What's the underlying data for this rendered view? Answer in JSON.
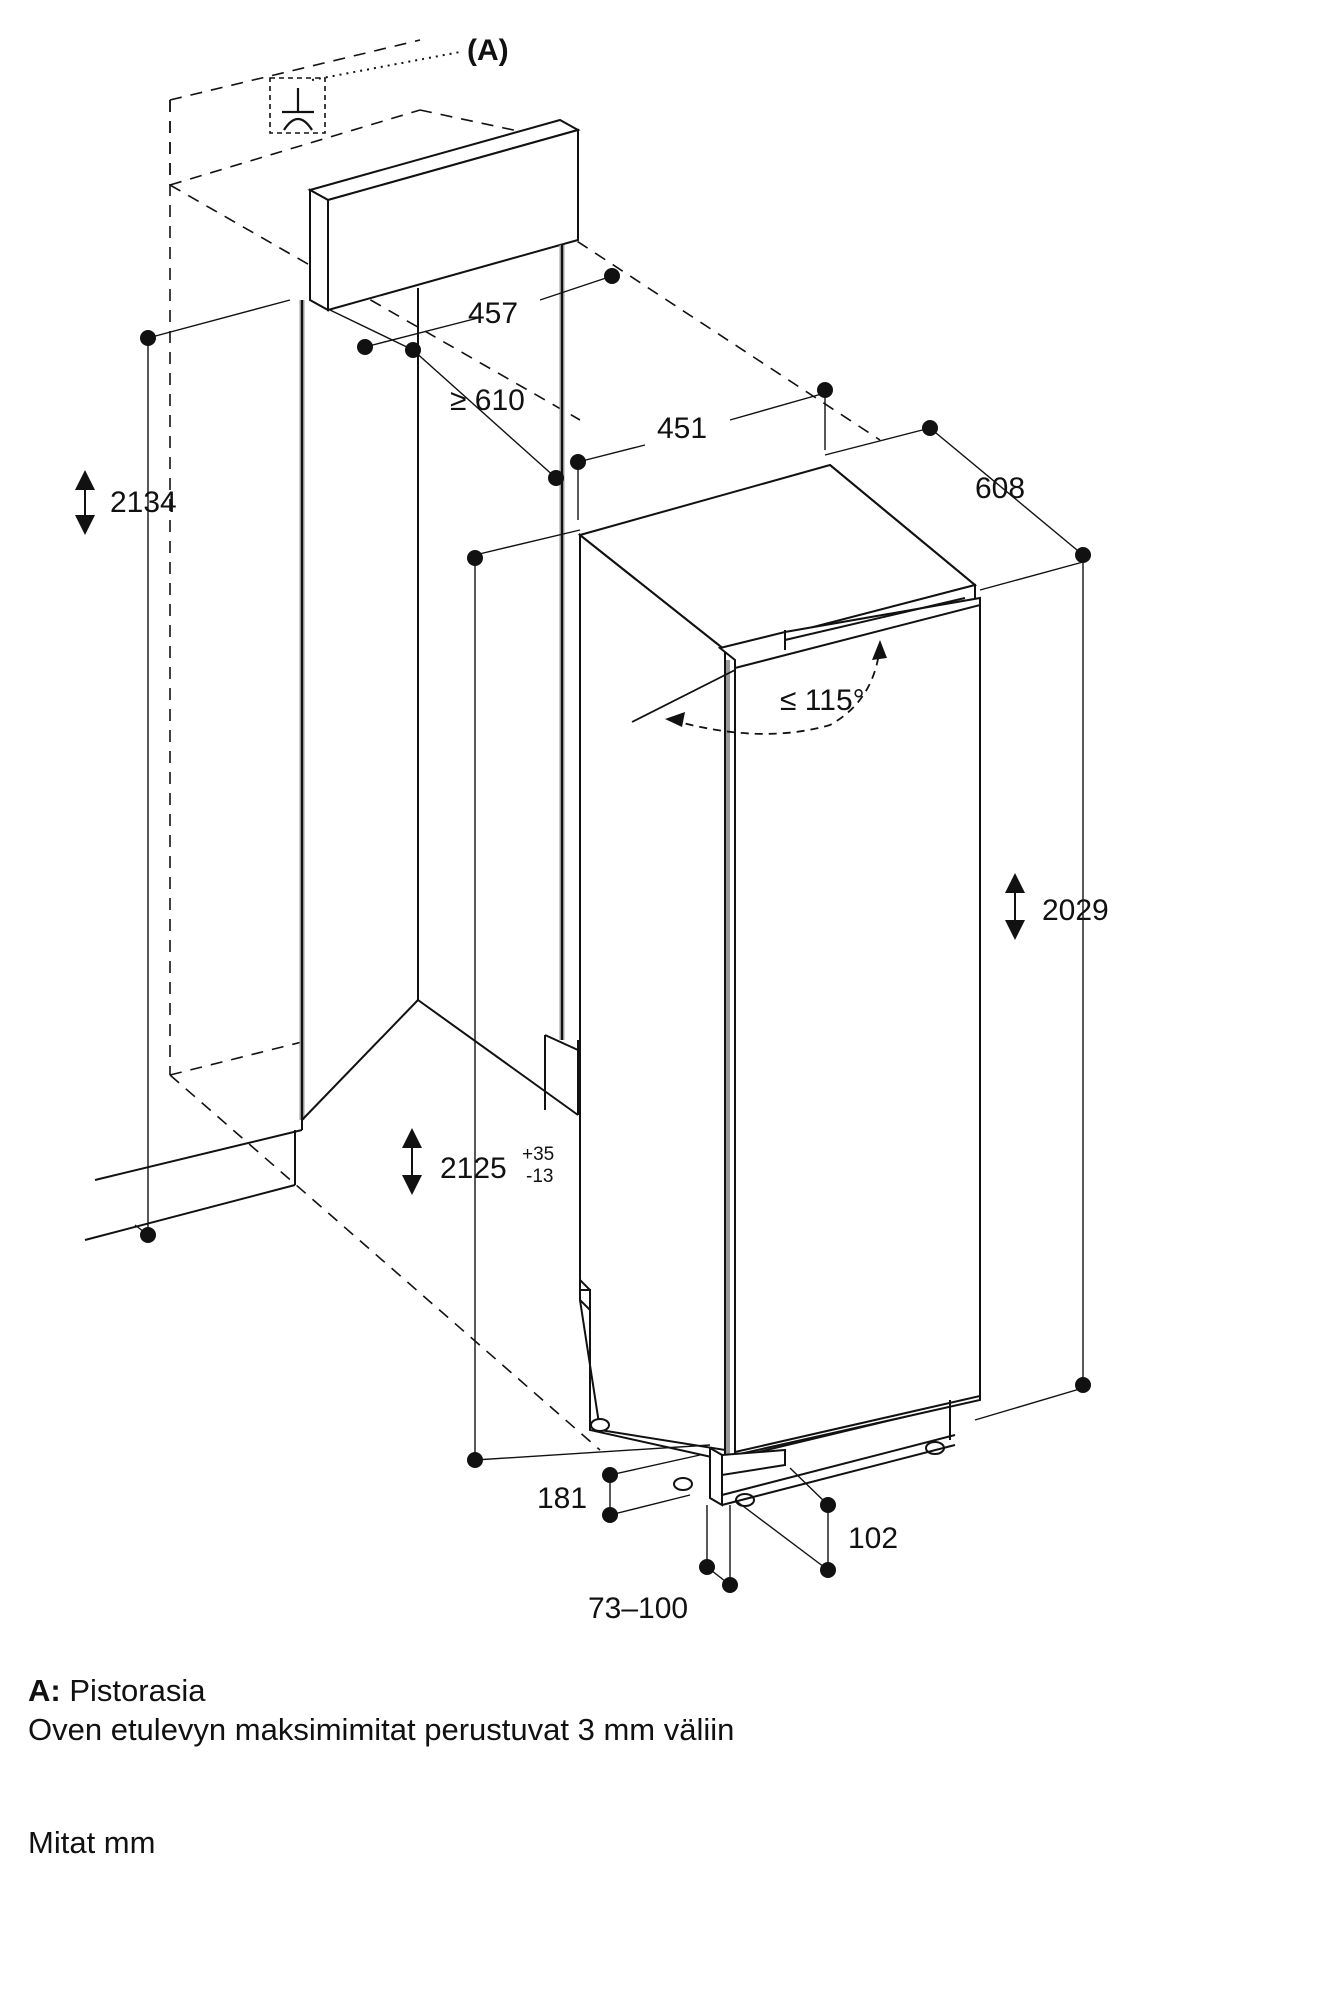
{
  "labels": {
    "callout_a": "(A)",
    "cabinet_depth": "457",
    "min_depth": "≥ 610",
    "niche_height": "2134",
    "appliance_depth": "451",
    "appliance_width": "608",
    "door_angle": "≤ 115°",
    "appliance_height": "2029",
    "install_height": "2125",
    "install_tol_plus": "+35",
    "install_tol_minus": "-13",
    "plinth_181": "181",
    "plinth_102": "102",
    "plinth_range": "73–100"
  },
  "legend": {
    "a_key": "A:",
    "a_text": "Pistorasia",
    "note": "Oven etulevyn maksimimitat perustuvat 3 mm väliin",
    "units": "Mitat mm"
  },
  "colors": {
    "line": "#111111",
    "panel": "#ffffff",
    "shade": "#999999"
  }
}
